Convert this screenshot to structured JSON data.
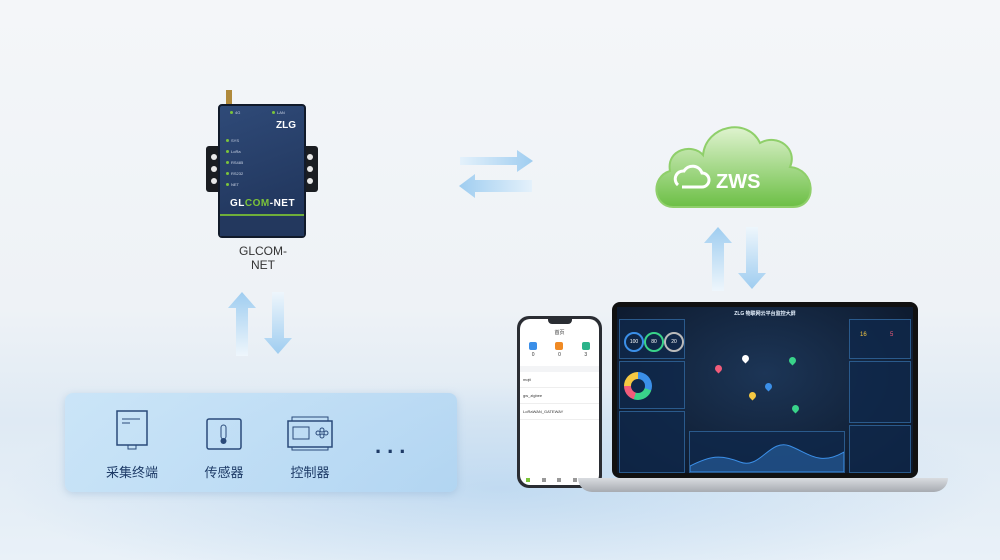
{
  "gateway": {
    "name": "GLCOM-NET",
    "brand": "ZLG",
    "model_prefix": "GL",
    "model_mid": "COM",
    "model_suffix": "-NET",
    "ports": [
      "4G",
      "LAN"
    ],
    "leds": [
      "SYS",
      "LoRa",
      "RS485",
      "RS232",
      "NET"
    ]
  },
  "cloud": {
    "logo_text": "ZWS"
  },
  "devices": [
    {
      "label": "采集终端",
      "icon": "terminal-icon"
    },
    {
      "label": "传感器",
      "icon": "thermometer-icon"
    },
    {
      "label": "控制器",
      "icon": "controller-icon"
    }
  ],
  "devices_more": "...",
  "phone": {
    "title": "首页",
    "stats": [
      "0",
      "0",
      "3"
    ],
    "list": [
      "mqtt",
      "gw_zigbee",
      "LoRaWAN_GATEWAY"
    ]
  },
  "dashboard": {
    "title": "ZLG 物联网云平台监控大屏",
    "gauges": [
      "100",
      "80",
      "20"
    ],
    "alarms": [
      "16",
      "5"
    ]
  },
  "colors": {
    "accent": "#7cc43a",
    "panel": "#cfe6f8",
    "device": "#2f4a78",
    "cloud": "#8fd06a",
    "arrow": "#a9d3f2"
  }
}
